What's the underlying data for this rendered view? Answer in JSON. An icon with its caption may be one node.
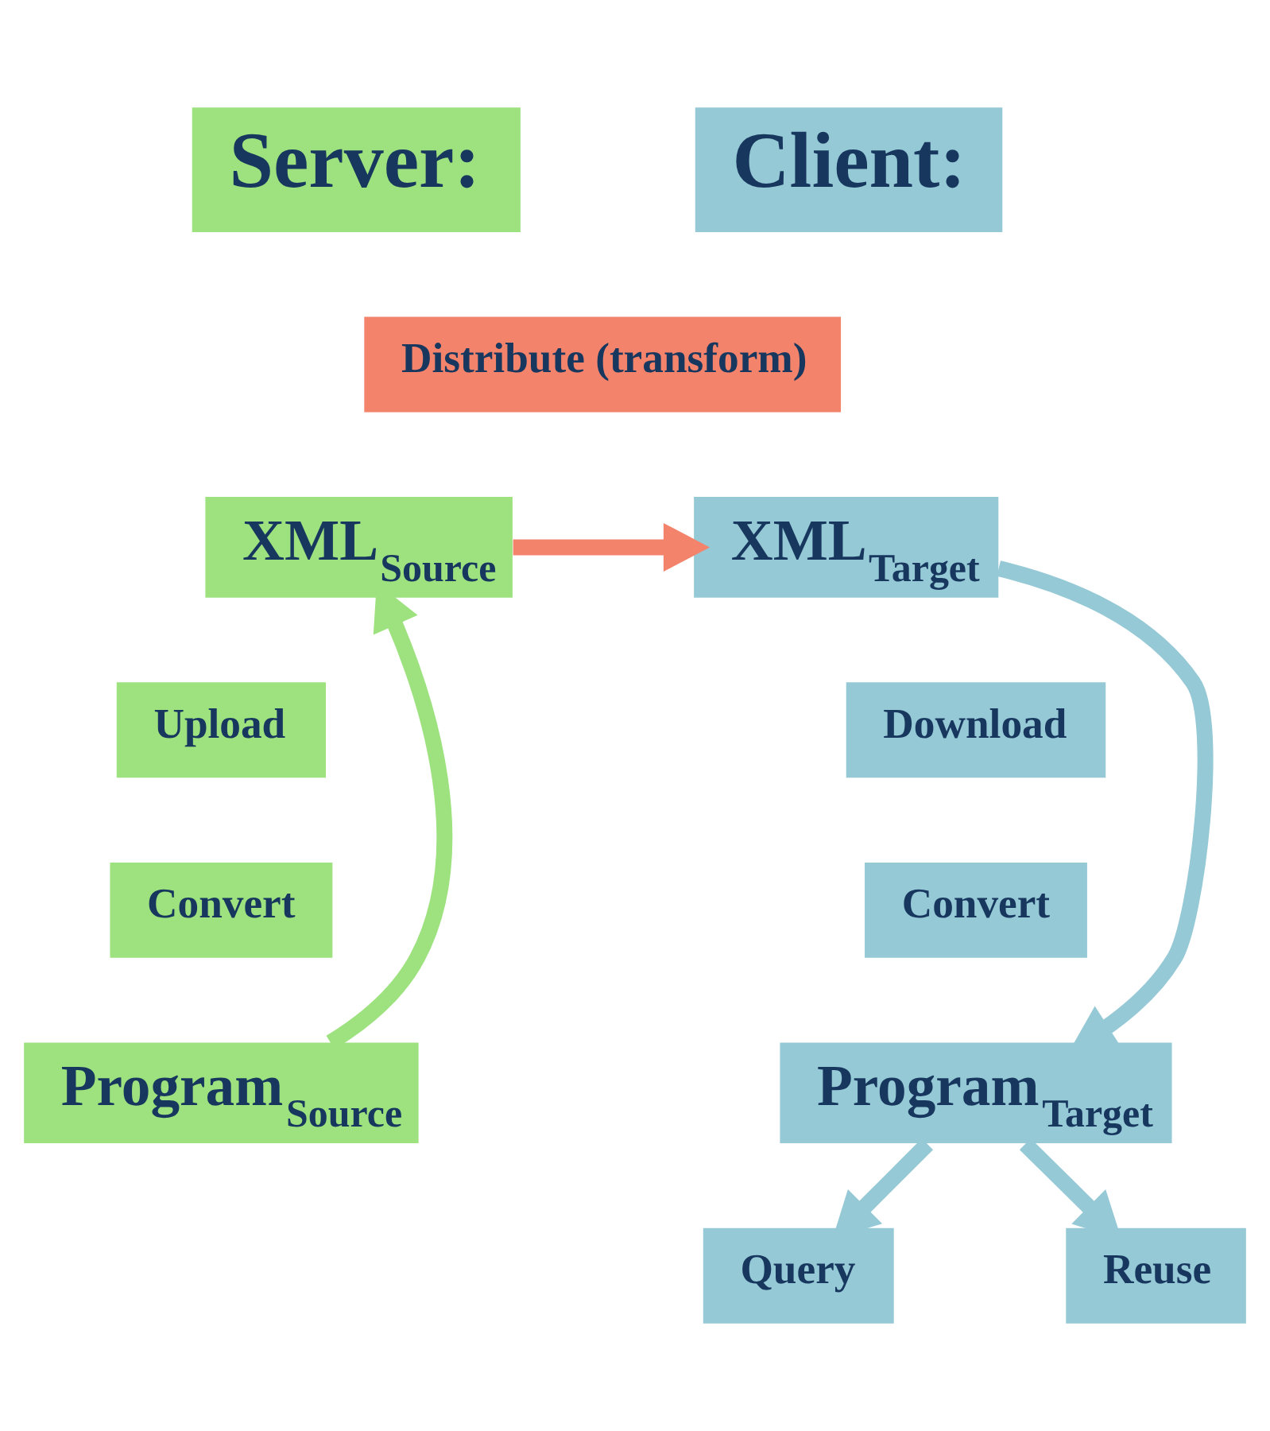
{
  "diagram": {
    "nodes": [
      {
        "text": [
          "Server:"
        ]
      },
      {
        "text": [
          "Client:"
        ]
      },
      {
        "text": [
          "Distribute (transform)"
        ]
      },
      {
        "text": [
          "XML$_{Source}$"
        ]
      },
      {
        "text": [
          "XML$_{Target}$"
        ]
      },
      {
        "text": [
          "Upload"
        ]
      },
      {
        "text": [
          "Convert"
        ]
      },
      {
        "text": [
          "Program$_{Source}$"
        ]
      },
      {
        "text": [
          "Download"
        ]
      },
      {
        "text": [
          "Convert"
        ]
      },
      {
        "text": [
          "Program$_{Target}$"
        ]
      },
      {
        "text": [
          "Query"
        ]
      },
      {
        "text": [
          "Reuse"
        ]
      }
    ],
    "edges": [
      {
        "from": 3,
        "to": 4,
        "arrow": "to",
        "color": "#f4836c"
      },
      {
        "from": 7,
        "to": 3,
        "arrow": "to",
        "color": "#9de27f"
      },
      {
        "from": 4,
        "to": 10,
        "arrow": "to"
      },
      {
        "from": 10,
        "to": 11,
        "arrow": "to"
      },
      {
        "from": 10,
        "to": 12,
        "arrow": "to"
      }
    ]
  }
}
